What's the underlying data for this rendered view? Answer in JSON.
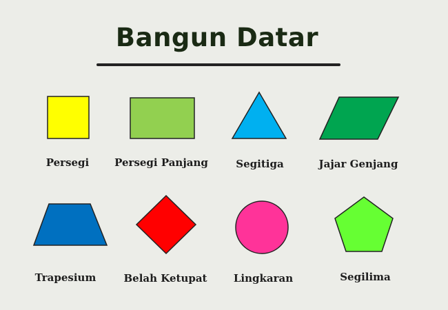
{
  "title": "Bangun Datar",
  "shapes": [
    {
      "name": "Persegi",
      "color": "#ffff00"
    },
    {
      "name": "Persegi Panjang",
      "color": "#92d050"
    },
    {
      "name": "Segitiga",
      "color": "#00b0f0"
    },
    {
      "name": "Jajar Genjang",
      "color": "#00a550"
    },
    {
      "name": "Trapesium",
      "color": "#0070c0"
    },
    {
      "name": "Belah Ketupat",
      "color": "#ff0000"
    },
    {
      "name": "Lingkaran",
      "color": "#ff3399"
    },
    {
      "name": "Segilima",
      "color": "#66ff33"
    }
  ]
}
